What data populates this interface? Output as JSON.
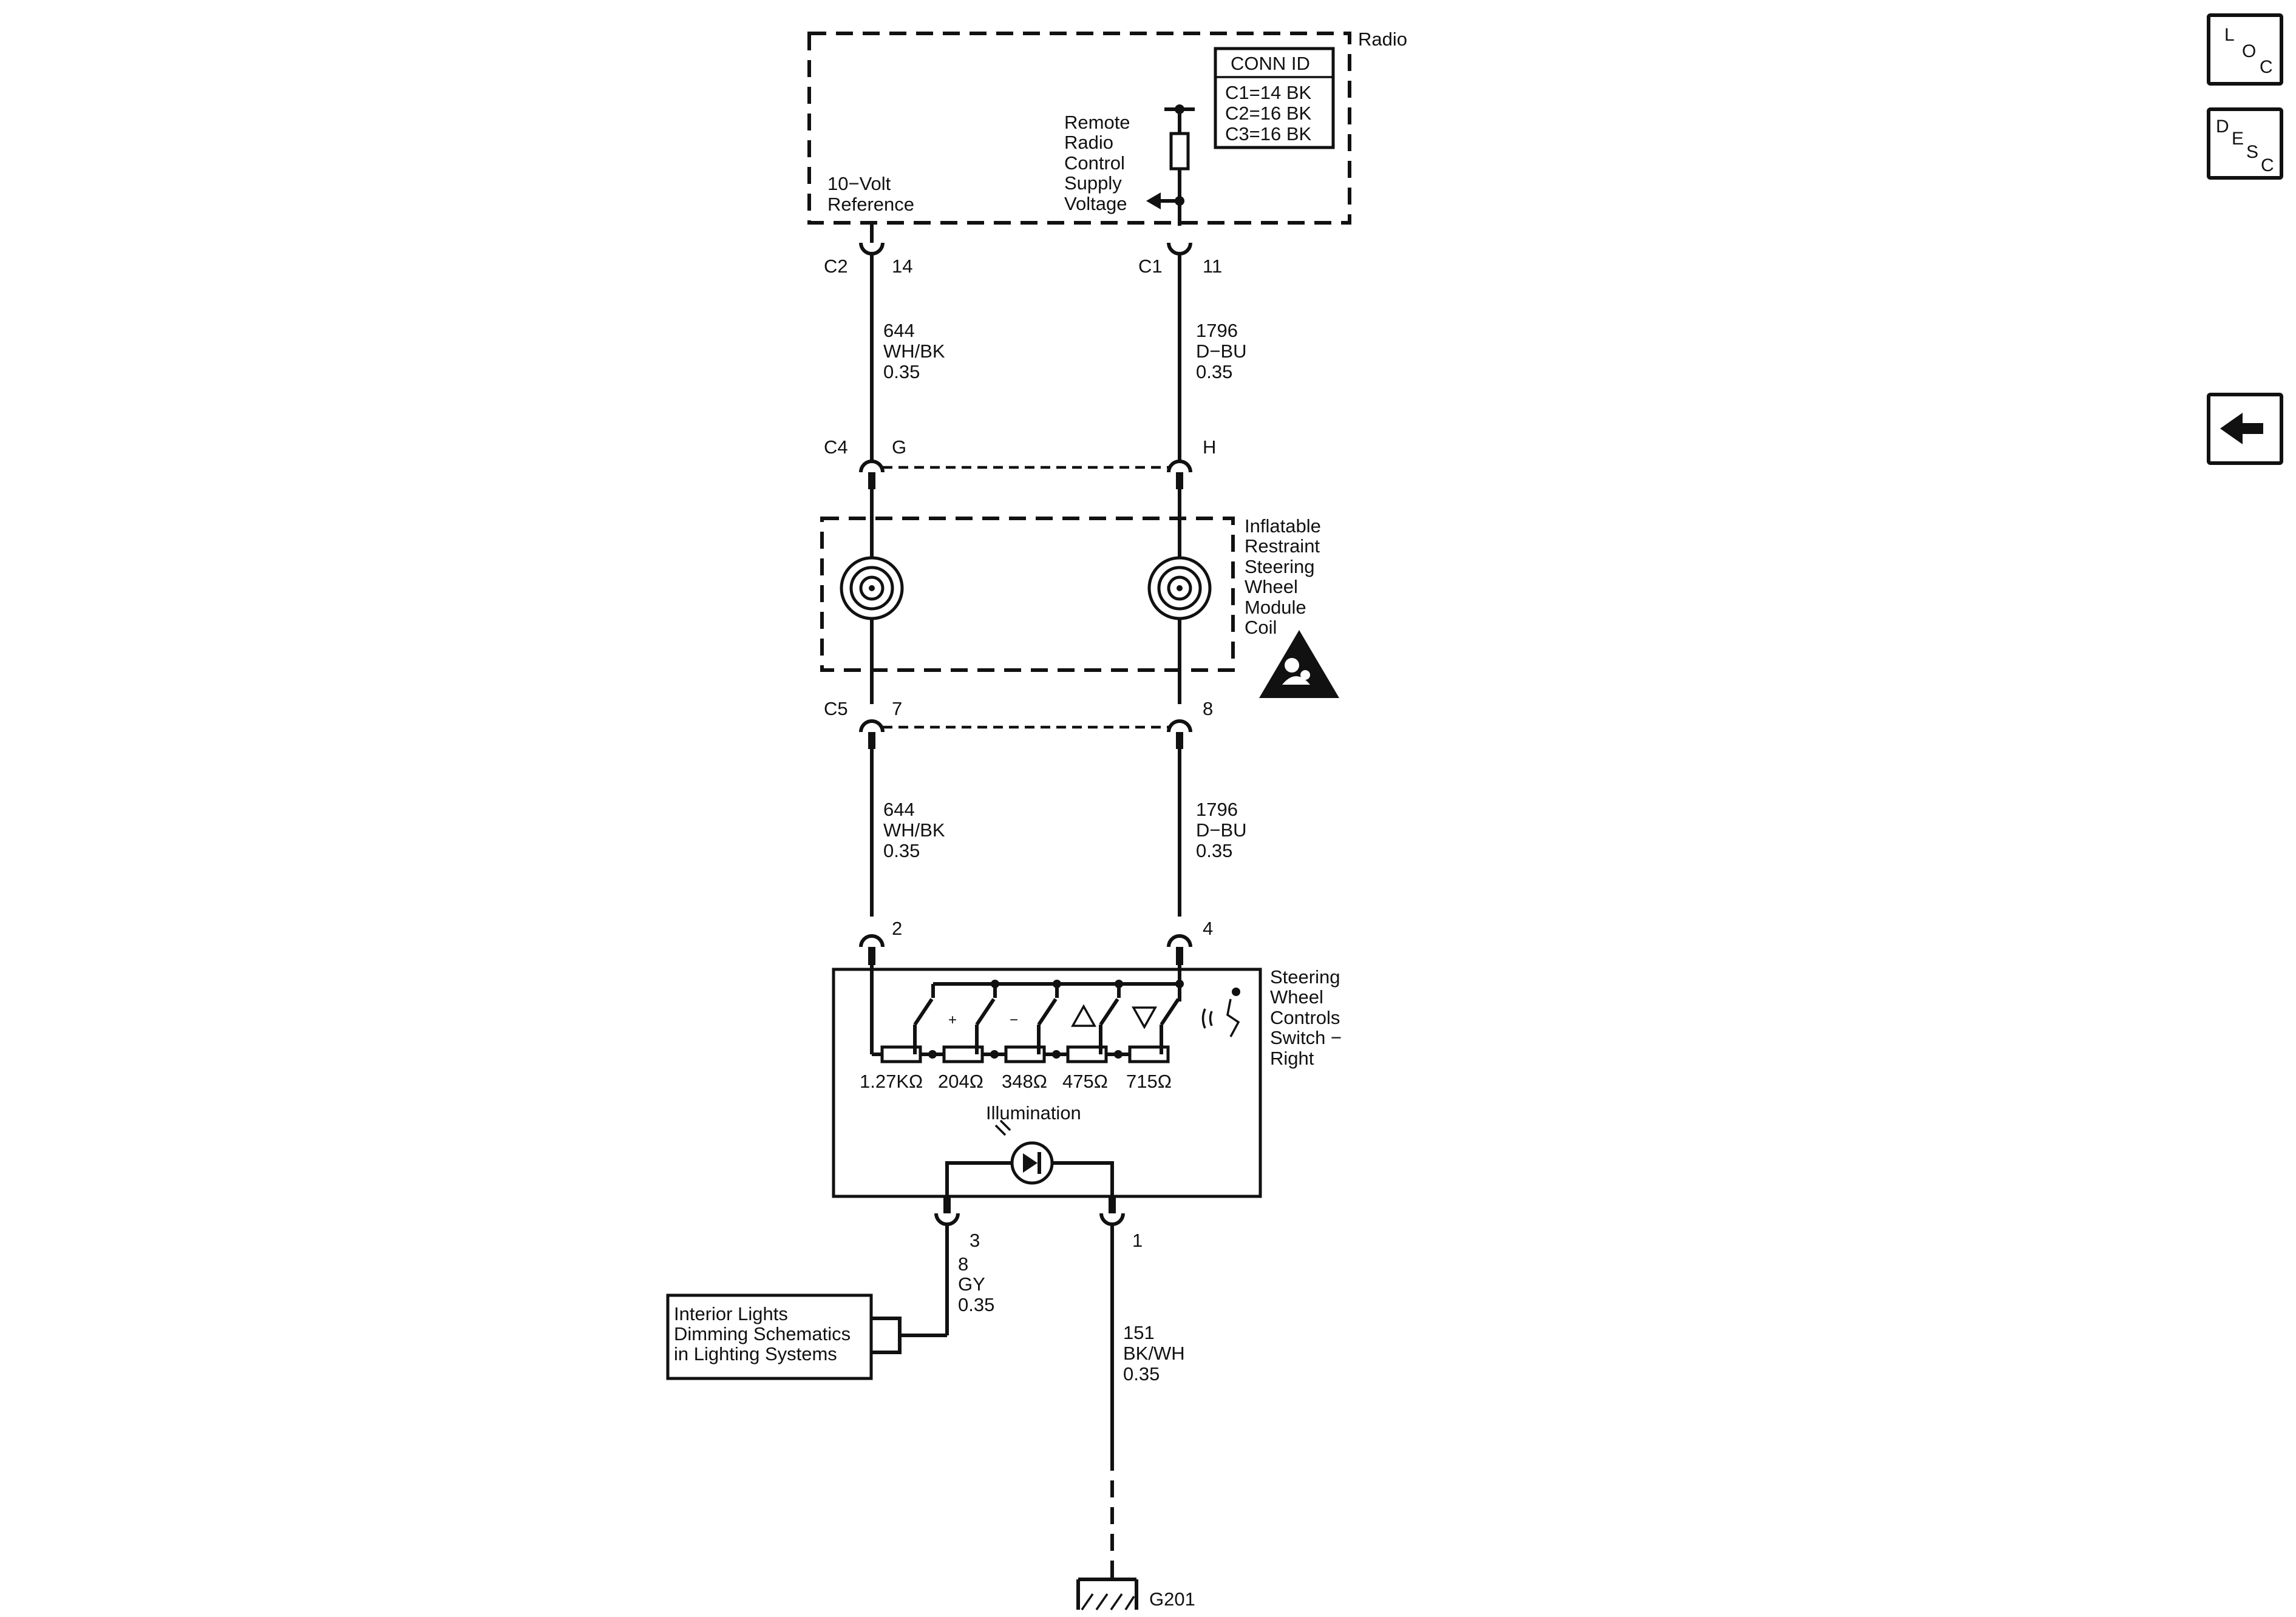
{
  "radio": {
    "name": "Radio",
    "conn_id": {
      "header": "CONN ID",
      "rows": [
        "C1=14 BK",
        "C2=16 BK",
        "C3=16 BK"
      ]
    },
    "ref_label": [
      "10−Volt",
      "Reference"
    ],
    "supply_label": [
      "Remote",
      "Radio",
      "Control",
      "Supply",
      "Voltage"
    ]
  },
  "connectors": {
    "c2": {
      "name": "C2",
      "pin": "14"
    },
    "c1": {
      "name": "C1",
      "pin": "11"
    },
    "c4": {
      "name": "C4",
      "pin_left": "G",
      "pin_right": "H"
    },
    "c5": {
      "name": "C5",
      "pin_left": "7",
      "pin_right": "8"
    },
    "sw_left_pin": "2",
    "sw_right_pin": "4",
    "sw_bottom_left_pin": "3",
    "sw_bottom_right_pin": "1"
  },
  "wires": {
    "w644": [
      "644",
      "WH/BK",
      "0.35"
    ],
    "w1796": [
      "1796",
      "D−BU",
      "0.35"
    ],
    "w8": [
      "8",
      "GY",
      "0.35"
    ],
    "w151": [
      "151",
      "BK/WH",
      "0.35"
    ]
  },
  "coil": {
    "label": [
      "Inflatable",
      "Restraint",
      "Steering",
      "Wheel",
      "Module",
      "Coil"
    ]
  },
  "switch": {
    "label": [
      "Steering",
      "Wheel",
      "Controls",
      "Switch −",
      "Right"
    ],
    "resistors": [
      "1.27KΩ",
      "204Ω",
      "348Ω",
      "475Ω",
      "715Ω"
    ],
    "plus": "+",
    "minus": "−",
    "illumination": "Illumination"
  },
  "interior_ref": [
    "Interior Lights",
    "Dimming Schematics",
    "in Lighting Systems"
  ],
  "ground": {
    "name": "G201"
  },
  "nav": {
    "loc": [
      "L",
      "O",
      "C"
    ],
    "desc": [
      "D",
      "E",
      "S",
      "C"
    ]
  }
}
